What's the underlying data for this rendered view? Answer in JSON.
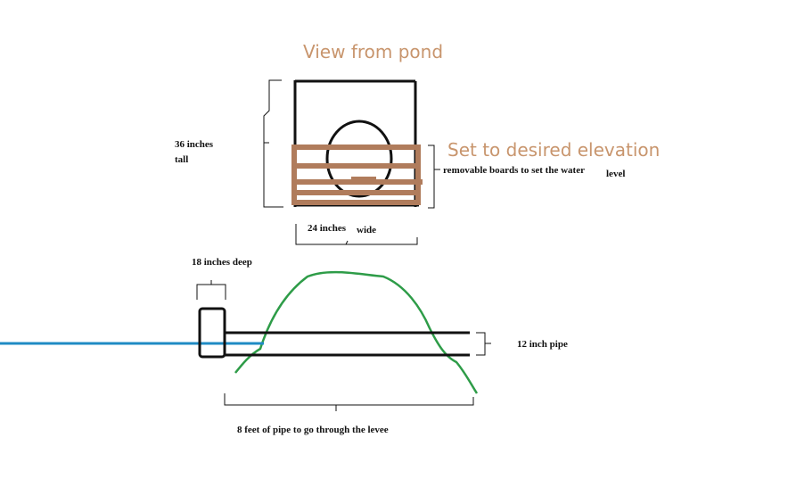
{
  "diagram": {
    "title": "View from pond",
    "elevation_note": "Set to desired elevation",
    "height_label_line1": "36 inches",
    "height_label_line2": "tall",
    "boards_label": "removable boards  to set the water",
    "boards_label_end": "level",
    "width_label": "24 inches",
    "width_label_end": "wide",
    "depth_label": "18 inches deep",
    "pipe_label": "12 inch pipe",
    "length_label": "8 feet of pipe to go through the levee",
    "colors": {
      "outline": "#111111",
      "boards": "#b07c5c",
      "levee": "#2e9c48",
      "water": "#1f8bc4",
      "title_text": "#c8956d"
    }
  }
}
